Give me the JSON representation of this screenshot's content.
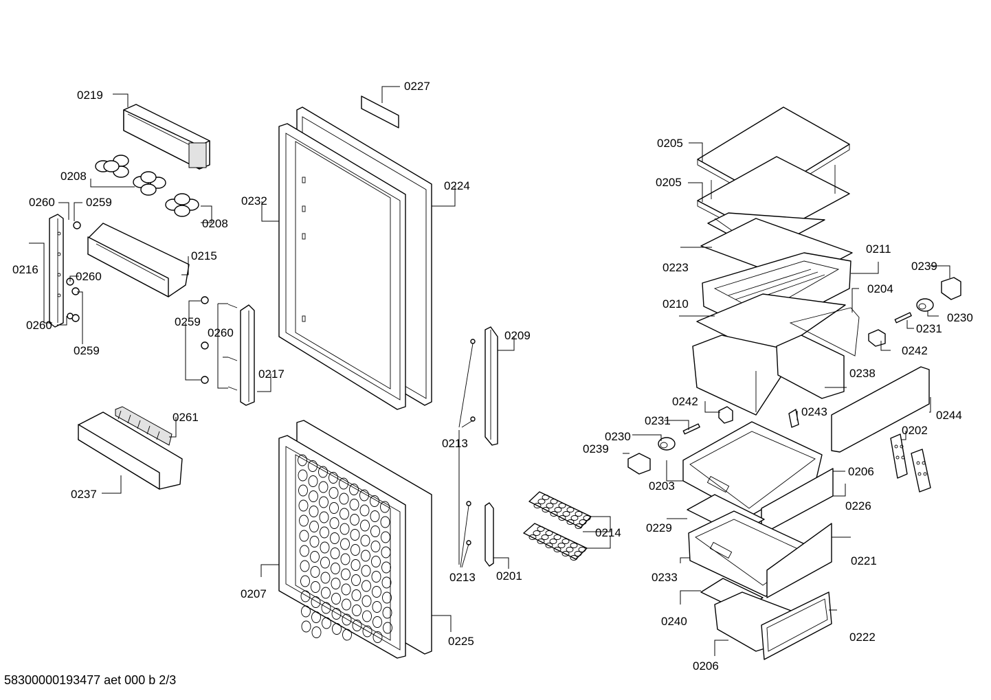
{
  "footer": "58300000193477 aet 000 b 2/3",
  "labels": [
    "0219",
    "0227",
    "0208",
    "0208",
    "0260",
    "0259",
    "0232",
    "0224",
    "0216",
    "0215",
    "0260",
    "0260",
    "0259",
    "0259",
    "0260",
    "0217",
    "0209",
    "0261",
    "0237",
    "0213",
    "0205",
    "0205",
    "0223",
    "0211",
    "0239",
    "0204",
    "0210",
    "0230",
    "0231",
    "0242",
    "0238",
    "0242",
    "0231",
    "0243",
    "0244",
    "0230",
    "0239",
    "0202",
    "0203",
    "0206",
    "0226",
    "0229",
    "0221",
    "0233",
    "0240",
    "0222",
    "0206",
    "0214",
    "0213",
    "0201",
    "0207",
    "0225"
  ]
}
